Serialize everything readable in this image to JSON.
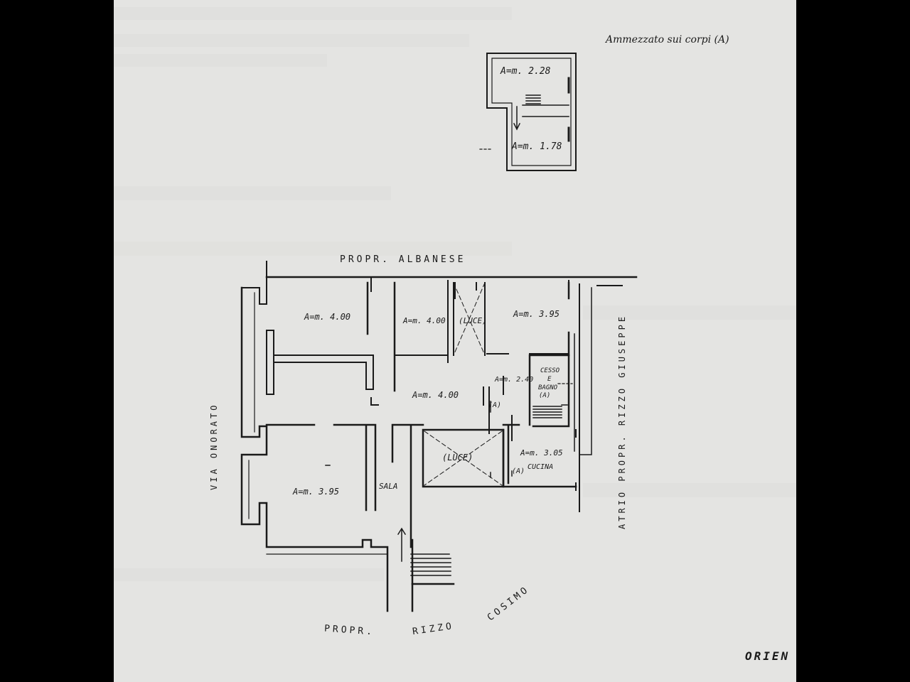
{
  "mezzanine_note": "Ammezzato sui corpi (A)",
  "orientation_label": "ORIEN",
  "neighbors": {
    "north": "PROPR.   ALBANESE",
    "west": "VIA  ONORATO",
    "south_1": "PROPR.",
    "south_2": "RIZZO",
    "south_3": "COSIMO",
    "east": "ATRIO PROPR. RIZZO GIUSEPPE"
  },
  "mezzanine_rooms": [
    {
      "label": "A=m. 2.28"
    },
    {
      "label": "A=m. 1.78"
    }
  ],
  "rooms": {
    "r1": "A=m. 4.00",
    "r2": "A=m. 4.00",
    "luce1": "(LUCE)",
    "r3": "A=m. 3.95",
    "cesso_1": "CESSO",
    "cesso_2": "E",
    "cesso_3": "BAGNO",
    "cesso_4": "(A)",
    "r4": "A=m. 2.40",
    "r5": "A=m. 4.00",
    "a_mark": "(A)",
    "luce2": "(LUCE)",
    "r6": "A=m. 3.05",
    "cucina": "CUCINA",
    "cucina_a": "(A)",
    "r7": "A=m. 3.95",
    "sala": "SALA"
  },
  "colors": {
    "paper": "#e4e4e2",
    "ink": "#1a1a1a",
    "ghost_text": "#d2d2d0"
  }
}
